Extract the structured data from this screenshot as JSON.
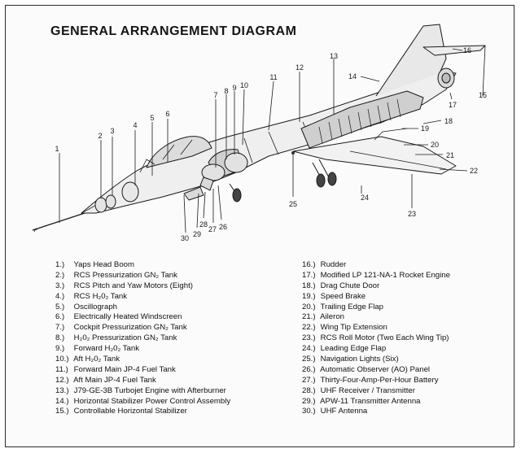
{
  "diagram": {
    "title": "GENERAL ARRANGEMENT DIAGRAM",
    "callouts": [
      "1",
      "2",
      "3",
      "4",
      "5",
      "6",
      "7",
      "8",
      "9",
      "10",
      "11",
      "12",
      "13",
      "14",
      "15",
      "16",
      "17",
      "18",
      "19",
      "20",
      "21",
      "22",
      "23",
      "24",
      "25",
      "26",
      "27",
      "28",
      "29",
      "30"
    ],
    "legend_left": [
      {
        "num": "1.)",
        "text": "Yaps Head Boom"
      },
      {
        "num": "2.)",
        "text": "RCS Pressurization GN₂ Tank"
      },
      {
        "num": "3.)",
        "text": "RCS Pitch and Yaw Motors (Eight)"
      },
      {
        "num": "4.)",
        "text": "RCS H₂0₂ Tank"
      },
      {
        "num": "5.)",
        "text": "Oscillograph"
      },
      {
        "num": "6.)",
        "text": "Electrically Heated Windscreen"
      },
      {
        "num": "7.)",
        "text": "Cockpit Pressurization GN₂ Tank"
      },
      {
        "num": "8.)",
        "text": "H₂0₂ Pressurization GN₂ Tank"
      },
      {
        "num": "9.)",
        "text": "Forward H₂0₂ Tank"
      },
      {
        "num": "10.)",
        "text": "Aft H₂0₂ Tank"
      },
      {
        "num": "11.)",
        "text": "Forward Main JP-4 Fuel Tank"
      },
      {
        "num": "12.)",
        "text": "Aft Main JP-4 Fuel Tank"
      },
      {
        "num": "13.)",
        "text": "J79-GE-3B Turbojet Engine with Afterburner"
      },
      {
        "num": "14.)",
        "text": "Horizontal Stabilizer Power Control Assembly"
      },
      {
        "num": "15.)",
        "text": "Controllable Horizontal Stabilizer"
      }
    ],
    "legend_right": [
      {
        "num": "16.)",
        "text": "Rudder"
      },
      {
        "num": "17.)",
        "text": "Modified LP 121-NA-1 Rocket Engine"
      },
      {
        "num": "18.)",
        "text": "Drag Chute Door"
      },
      {
        "num": "19.)",
        "text": "Speed Brake"
      },
      {
        "num": "20.)",
        "text": "Trailing Edge Flap"
      },
      {
        "num": "21.)",
        "text": "Aileron"
      },
      {
        "num": "22.)",
        "text": "Wing Tip Extension"
      },
      {
        "num": "23.)",
        "text": "RCS Roll Motor (Two Each Wing Tip)"
      },
      {
        "num": "24.)",
        "text": "Leading Edge Flap"
      },
      {
        "num": "25.)",
        "text": "Navigation Lights (Six)"
      },
      {
        "num": "26.)",
        "text": "Automatic Observer (AO) Panel"
      },
      {
        "num": "27.)",
        "text": "Thirty-Four-Amp-Per-Hour Battery"
      },
      {
        "num": "28.)",
        "text": "UHF Receiver / Transmitter"
      },
      {
        "num": "29.)",
        "text": "APW-11 Transmitter Antenna"
      },
      {
        "num": "30.)",
        "text": "UHF Antenna"
      }
    ]
  }
}
